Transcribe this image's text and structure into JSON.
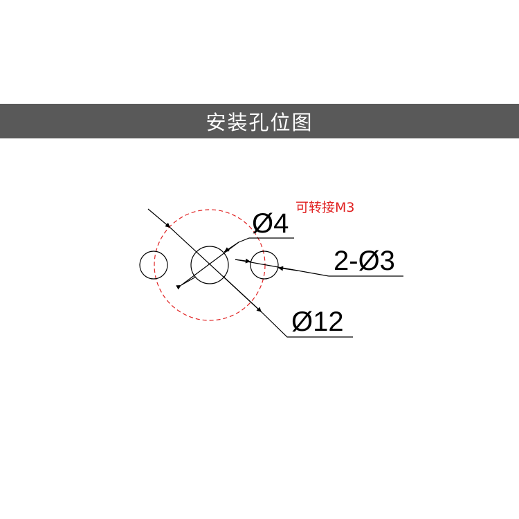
{
  "header": {
    "title": "安装孔位图",
    "bar_color": "#595959",
    "text_color": "#ffffff"
  },
  "diagram": {
    "line_color": "#000000",
    "bolt_circle_color": "#e02020",
    "labels": {
      "center_hole": "Ø4",
      "side_holes": "2-Ø3",
      "bolt_circle": "Ø12",
      "note": "可转接M3"
    },
    "note_color": "#e02020"
  }
}
